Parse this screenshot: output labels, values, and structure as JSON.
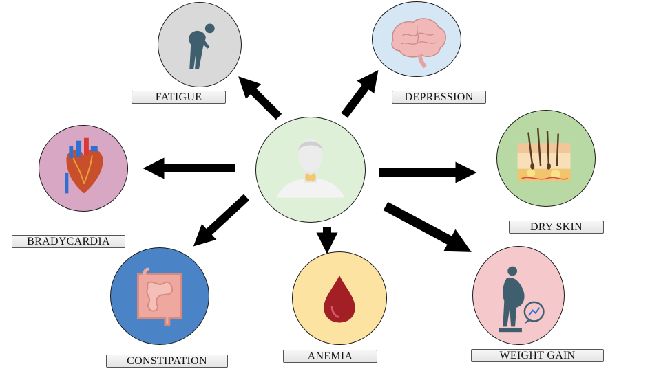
{
  "center": {
    "icon": "person-with-thyroid-icon"
  },
  "symptoms": [
    {
      "id": "fatigue",
      "label": "FATIGUE",
      "icon": "tired-person-icon",
      "color": "#d9d9d9"
    },
    {
      "id": "depression",
      "label": "DEPRESSION",
      "icon": "brain-icon",
      "color": "#d5e6f4"
    },
    {
      "id": "bradycardia",
      "label": "BRADYCARDIA",
      "icon": "heart-icon",
      "color": "#d8a7c4"
    },
    {
      "id": "dry-skin",
      "label": "DRY SKIN",
      "icon": "skin-layers-icon",
      "color": "#b8d9a4"
    },
    {
      "id": "constipation",
      "label": "CONSTIPATION",
      "icon": "intestine-icon",
      "color": "#4a84c6"
    },
    {
      "id": "anemia",
      "label": "ANEMIA",
      "icon": "blood-drop-icon",
      "color": "#fce3a1"
    },
    {
      "id": "weight-gain",
      "label": "WEIGHT GAIN",
      "icon": "pregnant-weight-icon",
      "color": "#f5c9cc"
    }
  ],
  "colors": {
    "center_fill": "#dff0d8",
    "arrow": "#000000"
  }
}
